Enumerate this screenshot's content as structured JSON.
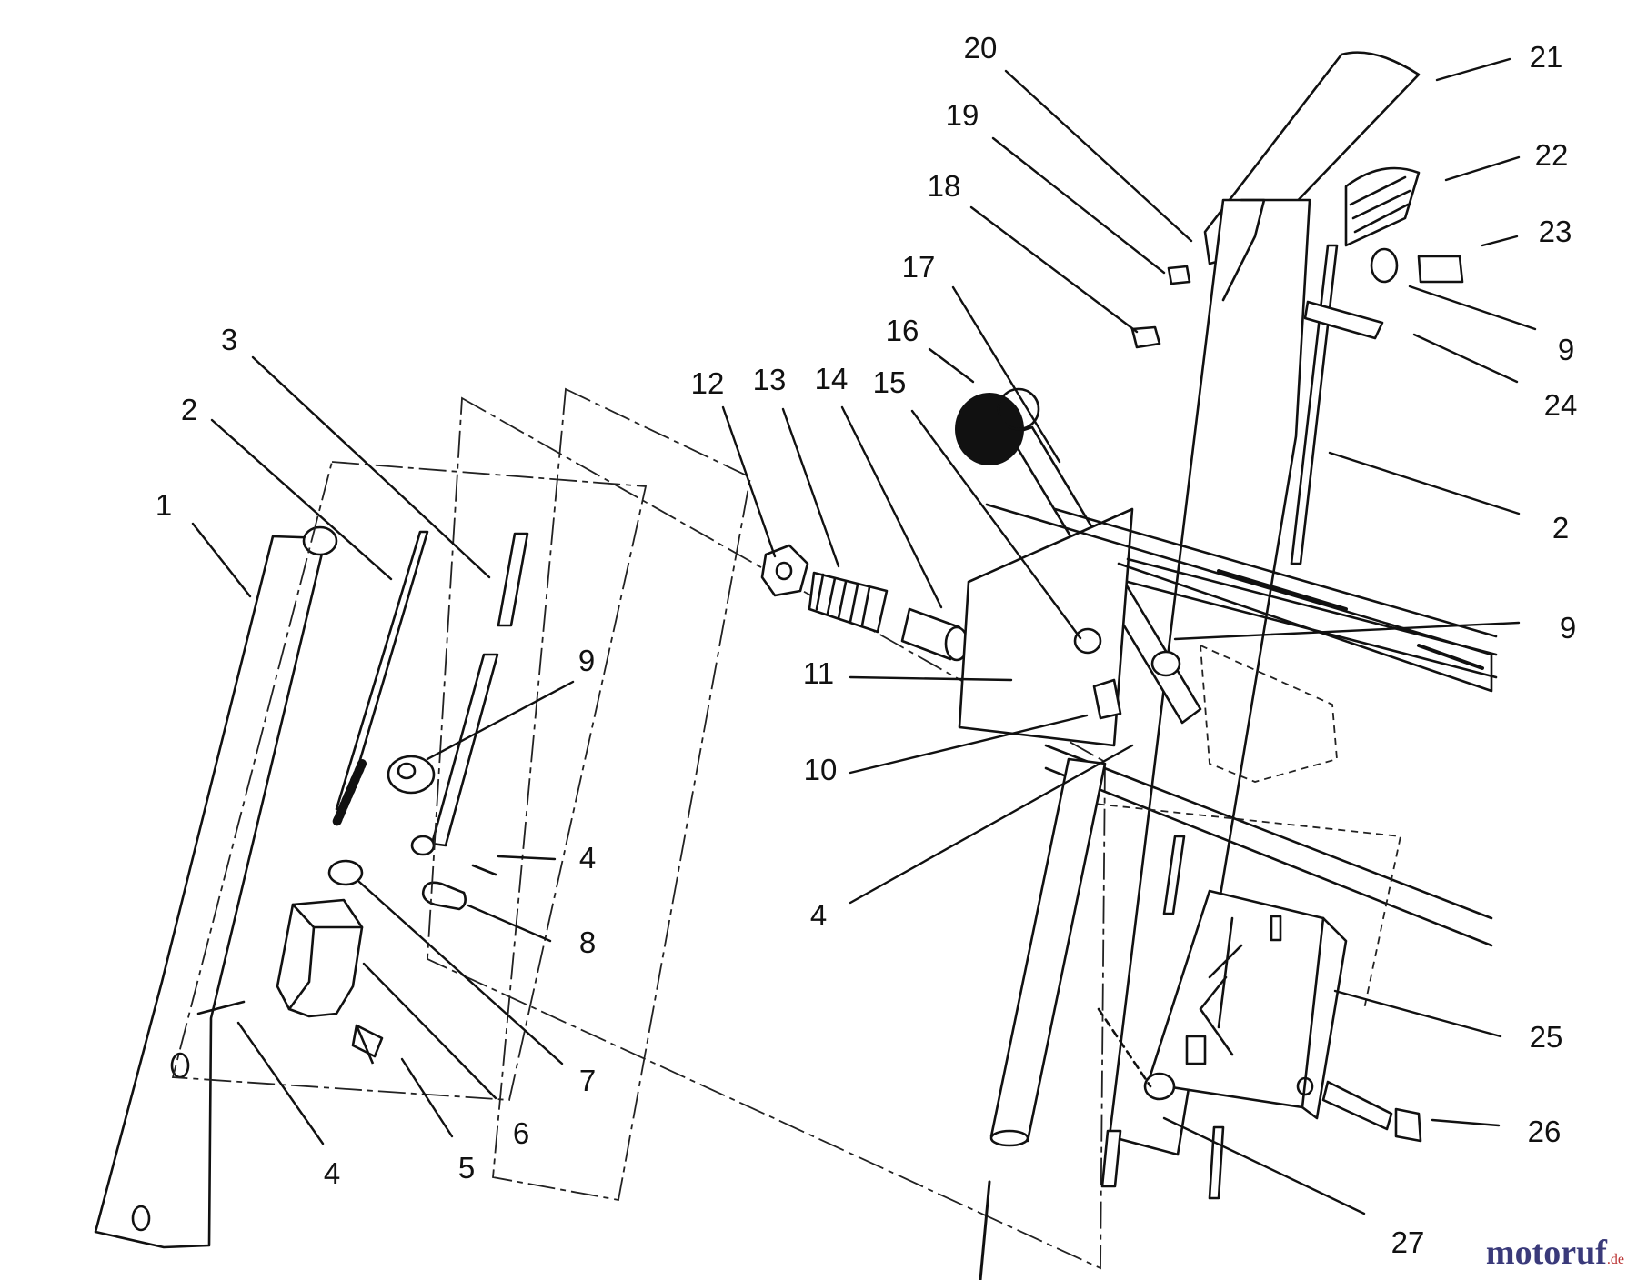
{
  "diagram": {
    "callouts": [
      "20",
      "19",
      "18",
      "17",
      "16",
      "12",
      "13",
      "14",
      "15",
      "3",
      "2",
      "1",
      "9",
      "11",
      "10",
      "4",
      "8",
      "7",
      "6",
      "5",
      "4",
      "21",
      "22",
      "23",
      "9",
      "24",
      "2",
      "9",
      "4",
      "25",
      "26",
      "27"
    ]
  },
  "watermark": {
    "main": "motoruf",
    "tld": ".de"
  },
  "colors": {
    "ink": "#111111",
    "background": "#ffffff",
    "watermark": "#3a3a7a"
  }
}
